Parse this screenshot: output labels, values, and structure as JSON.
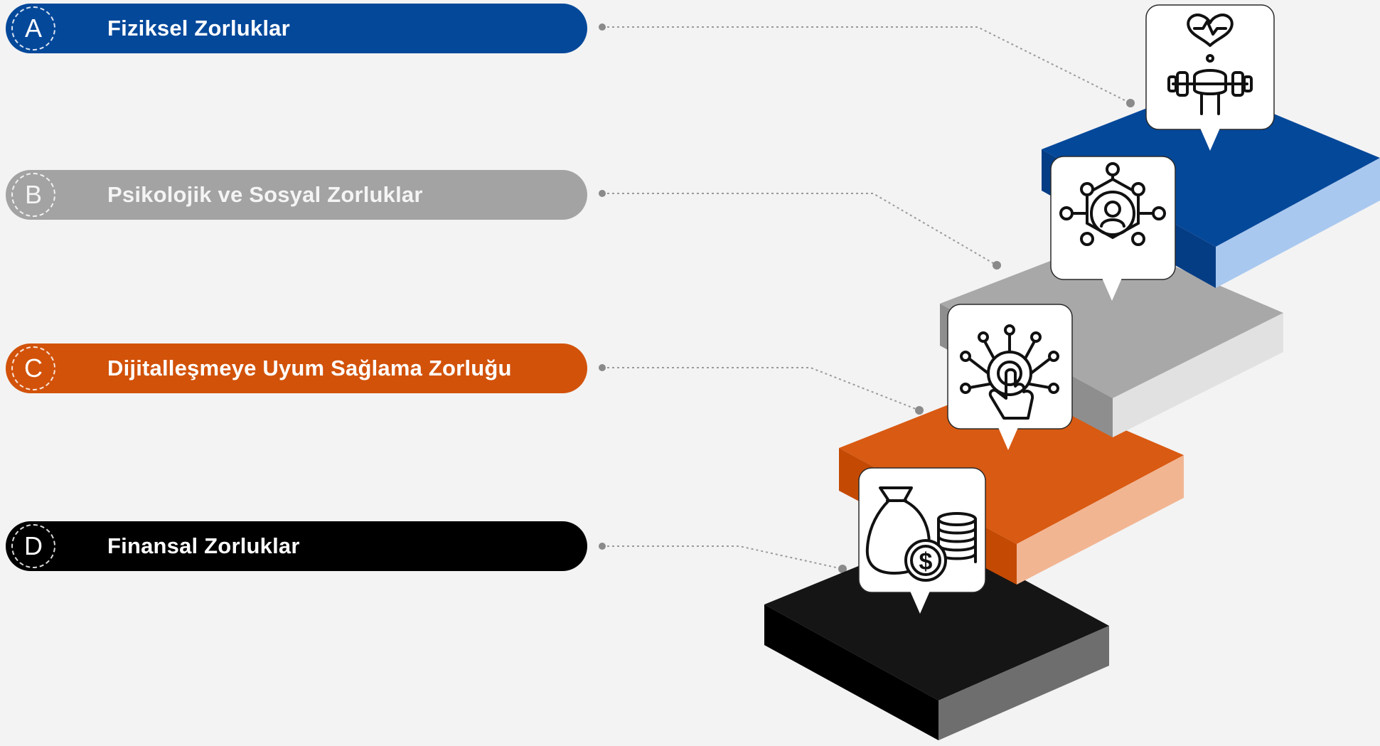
{
  "steps": [
    {
      "letter": "A",
      "label": "Fiziksel Zorluklar",
      "color": "#04489a",
      "icon": "fitness-icon"
    },
    {
      "letter": "B",
      "label": "Psikolojik ve Sosyal Zorluklar",
      "color": "#a3a3a3",
      "icon": "social-network-icon"
    },
    {
      "letter": "C",
      "label": "Dijitalleşmeye Uyum Sağlama Zorluğu",
      "color": "#d2520a",
      "icon": "digital-touch-icon"
    },
    {
      "letter": "D",
      "label": "Finansal Zorluklar",
      "color": "#000000",
      "icon": "money-bag-icon"
    }
  ],
  "icons": {
    "money_symbol": "$"
  }
}
